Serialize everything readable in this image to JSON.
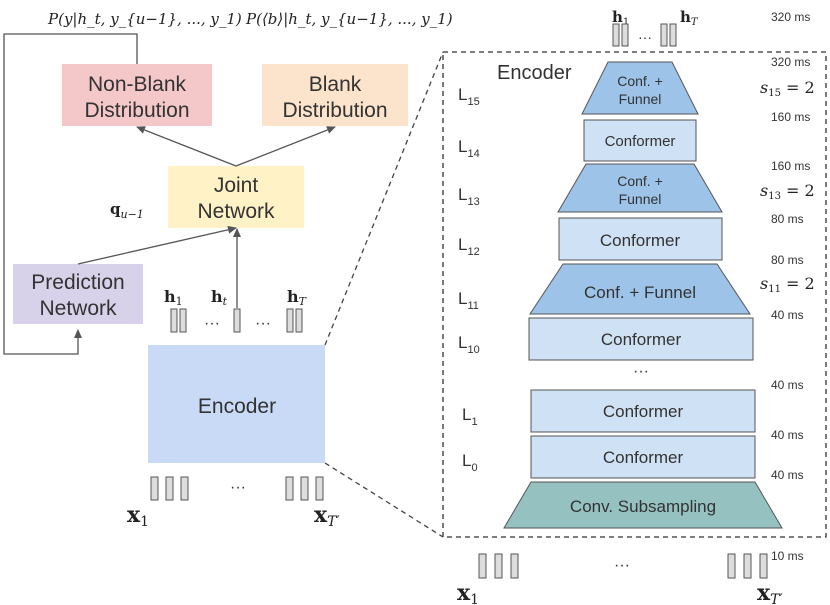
{
  "left": {
    "formula_nonblank": "P(y|h_t, y_{u−1}, ..., y_1)",
    "formula_blank": "P(⟨b⟩|h_t, y_{u−1}, ..., y_1)",
    "nonblank_line1": "Non-Blank",
    "nonblank_line2": "Distribution",
    "blank_line1": "Blank",
    "blank_line2": "Distribution",
    "joint_line1": "Joint",
    "joint_line2": "Network",
    "q_label": "q",
    "q_sub": "u−1",
    "prediction_line1": "Prediction",
    "prediction_line2": "Network",
    "encoder_label": "Encoder",
    "h1": "h",
    "h1_sub": "1",
    "ht": "h",
    "ht_sub": "t",
    "hT": "h",
    "hT_sub": "T",
    "dots": "···",
    "x1": "x",
    "x1_sub": "1",
    "xT": "x",
    "xT_sub": "T′"
  },
  "right": {
    "encoder_title": "Encoder",
    "top_h1": "h",
    "top_h1_sub": "1",
    "top_hT": "h",
    "top_hT_sub": "T",
    "top_dots": "···",
    "bottom_x1": "x",
    "bottom_x1_sub": "1",
    "bottom_xT": "x",
    "bottom_xT_sub": "T′",
    "bottom_dots": "···",
    "mid_dots": "···",
    "layers": [
      {
        "label": "L",
        "sub": "15",
        "box_line1": "Conf. +",
        "box_line2": "Funnel"
      },
      {
        "label": "L",
        "sub": "14",
        "box_line1": "Conformer"
      },
      {
        "label": "L",
        "sub": "13",
        "box_line1": "Conf. +",
        "box_line2": "Funnel"
      },
      {
        "label": "L",
        "sub": "12",
        "box_line1": "Conformer"
      },
      {
        "label": "L",
        "sub": "11",
        "box_line1": "Conf. + Funnel"
      },
      {
        "label": "L",
        "sub": "10",
        "box_line1": "Conformer"
      },
      {
        "label": "L",
        "sub": "1",
        "box_line1": "Conformer"
      },
      {
        "label": "L",
        "sub": "0",
        "box_line1": "Conformer"
      }
    ],
    "subsampling": "Conv. Subsampling",
    "times": [
      "320 ms",
      "320 ms",
      "160 ms",
      "160 ms",
      "80 ms",
      "80 ms",
      "40 ms",
      "40 ms",
      "40 ms",
      "40 ms",
      "10 ms"
    ],
    "strides": [
      {
        "s": "s",
        "sub": "15",
        "eq": " = 2"
      },
      {
        "s": "s",
        "sub": "13",
        "eq": " = 2"
      },
      {
        "s": "s",
        "sub": "11",
        "eq": " = 2"
      }
    ]
  },
  "colors": {
    "nonblank": "#f4c7c9",
    "blank": "#fbe3cc",
    "joint": "#fff2c7",
    "prediction": "#d8d1ea",
    "encoder_left": "#c9daf7",
    "conformer": "#cfe1f4",
    "funnel": "#9dc3e8",
    "subsampling": "#95c1c1",
    "frame": "#bbbbbb"
  }
}
